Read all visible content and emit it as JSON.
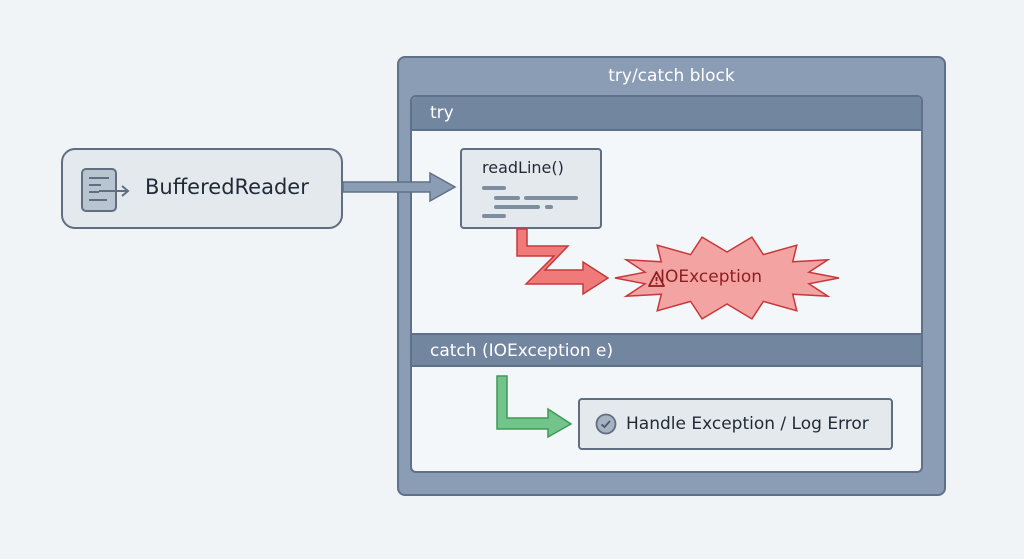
{
  "source": {
    "label": "BufferedReader",
    "icon": "document-arrow-icon"
  },
  "block": {
    "title": "try/catch block",
    "try_label": "try",
    "catch_label": "catch (IOException e)"
  },
  "method": {
    "label": "readLine()"
  },
  "exception": {
    "label": "IOException",
    "icon": "warning-triangle-icon",
    "color": "#f4a3a3"
  },
  "handler": {
    "label": "Handle Exception / Log Error",
    "icon": "check-circle-icon"
  },
  "colors": {
    "error_arrow": "#f07a7a",
    "success_arrow": "#72c48a",
    "flow_arrow": "#8a9db4"
  }
}
